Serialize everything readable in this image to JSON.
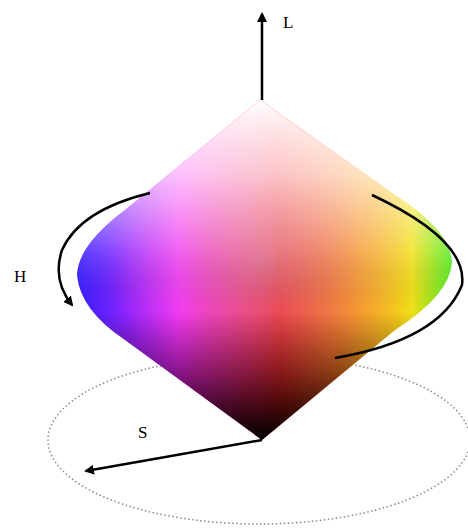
{
  "diagram": {
    "labels": [
      "L",
      "H",
      "S"
    ]
  }
}
